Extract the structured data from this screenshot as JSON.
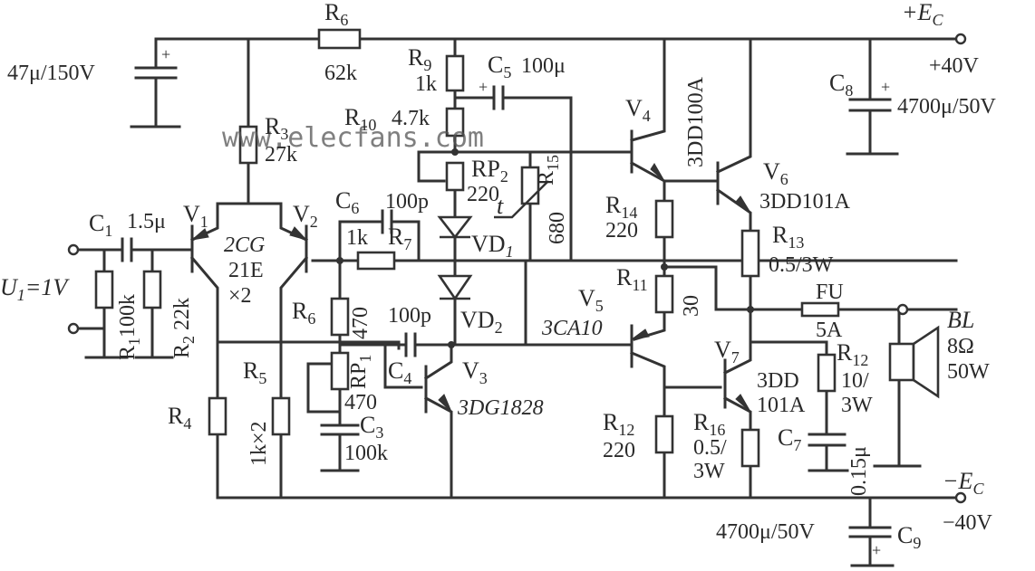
{
  "watermark": "www.elecfans.com",
  "supply": {
    "pos_rail": "+E",
    "pos_rail_sub": "C",
    "pos_voltage": "+40V",
    "neg_rail": "−E",
    "neg_rail_sub": "C",
    "neg_voltage": "−40V"
  },
  "input": {
    "label": "U",
    "sub": "1",
    "value": "=1V"
  },
  "components": {
    "cfilter": {
      "value": "47μ/150V",
      "polarity": "+"
    },
    "r6_top": {
      "name": "R",
      "sub": "6",
      "value": "62k"
    },
    "r3": {
      "name": "R",
      "sub": "3",
      "value": "27k"
    },
    "r9": {
      "name": "R",
      "sub": "9",
      "value": "1k"
    },
    "r10": {
      "name": "R",
      "sub": "10",
      "value": "4.7k"
    },
    "c5": {
      "name": "C",
      "sub": "5",
      "value": "100μ",
      "polarity": "+"
    },
    "c8": {
      "name": "C",
      "sub": "8",
      "value": "4700μ/50V",
      "polarity": "+"
    },
    "c1": {
      "name": "C",
      "sub": "1",
      "value": "1.5μ"
    },
    "r1": {
      "name": "R",
      "sub": "1",
      "value": "100k"
    },
    "r2": {
      "name": "R",
      "sub": "2",
      "value": "22k"
    },
    "v1": {
      "name": "V",
      "sub": "1"
    },
    "v2": {
      "name": "V",
      "sub": "2"
    },
    "pair": {
      "line1": "2CG",
      "line2": "21E",
      "line3": "×2"
    },
    "c6": {
      "name": "C",
      "sub": "6",
      "value": "100p"
    },
    "r7": {
      "name": "R",
      "sub": "7",
      "value": "1k"
    },
    "rp2": {
      "name": "RP",
      "sub": "2",
      "value": "220"
    },
    "r15": {
      "name": "R",
      "sub": "15",
      "value": "680",
      "thermal": "t"
    },
    "vd1": {
      "name": "VD",
      "sub": "1"
    },
    "vd2": {
      "name": "VD",
      "sub": "2"
    },
    "r6_mid": {
      "name": "R",
      "sub": "6",
      "value": "470"
    },
    "rp1": {
      "name": "RP",
      "sub": "1",
      "value": "470"
    },
    "c4": {
      "name": "C",
      "sub": "4",
      "value": "100p"
    },
    "c3": {
      "name": "C",
      "sub": "3",
      "value": "100k"
    },
    "v3": {
      "name": "V",
      "sub": "3",
      "type": "3DG1828"
    },
    "r4": {
      "name": "R",
      "sub": "4"
    },
    "r5": {
      "name": "R",
      "sub": "5",
      "value": "1k×2"
    },
    "v4": {
      "name": "V",
      "sub": "4",
      "type": "3DD100A"
    },
    "v5": {
      "name": "V",
      "sub": "5",
      "type": "3CA10"
    },
    "v6": {
      "name": "V",
      "sub": "6",
      "type": "3DD101A"
    },
    "v7": {
      "name": "V",
      "sub": "7",
      "type_line1": "3DD",
      "type_line2": "101A"
    },
    "r14": {
      "name": "R",
      "sub": "14",
      "value": "220"
    },
    "r11": {
      "name": "R",
      "sub": "11",
      "value": "30"
    },
    "r13": {
      "name": "R",
      "sub": "13",
      "value": "0.5/3W"
    },
    "r12_low": {
      "name": "R",
      "sub": "12",
      "value": "220"
    },
    "r16": {
      "name": "R",
      "sub": "16",
      "value_line1": "0.5/",
      "value_line2": "3W"
    },
    "r12_zobel": {
      "name": "R",
      "sub": "12",
      "value_line1": "10/",
      "value_line2": "3W"
    },
    "c7": {
      "name": "C",
      "sub": "7",
      "value": "0.15μ"
    },
    "fu": {
      "name": "FU",
      "value": "5A"
    },
    "bl": {
      "name": "BL",
      "impedance": "8Ω",
      "power": "50W"
    },
    "c9": {
      "name": "C",
      "sub": "9",
      "value": "4700μ/50V",
      "polarity": "+"
    }
  }
}
